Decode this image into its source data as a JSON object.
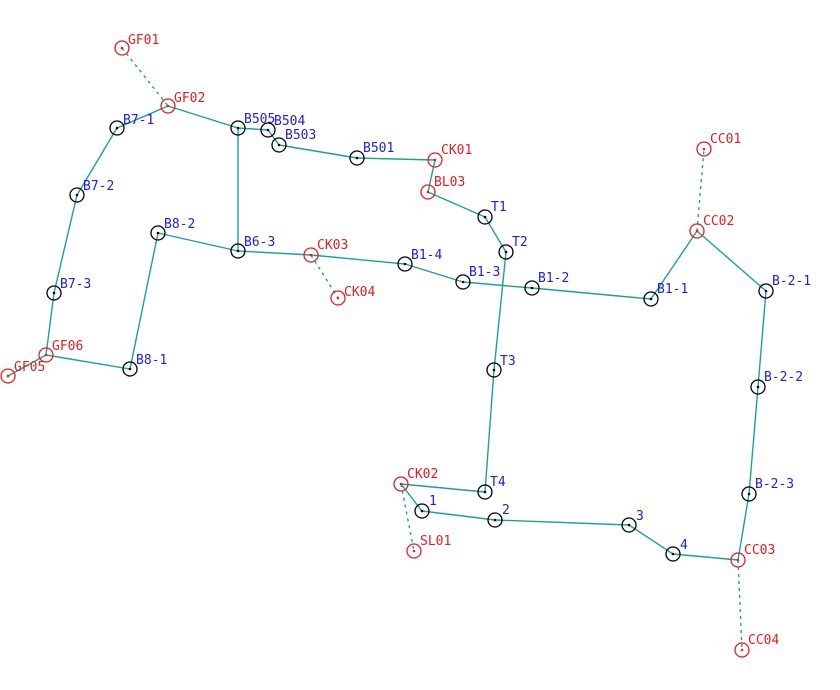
{
  "colors": {
    "edge": "#1f9e9e",
    "point_ring": "#000000",
    "point_label": "#2020dd",
    "control_ring": "#e02020",
    "control_label": "#e02020"
  },
  "nodes": [
    {
      "id": "GF01",
      "label": "GF01",
      "kind": "control"
    },
    {
      "id": "GF02",
      "label": "GF02",
      "kind": "control"
    },
    {
      "id": "B7-1",
      "label": "B7-1",
      "kind": "point"
    },
    {
      "id": "B7-2",
      "label": "B7-2",
      "kind": "point"
    },
    {
      "id": "B7-3",
      "label": "B7-3",
      "kind": "point"
    },
    {
      "id": "GF06",
      "label": "GF06",
      "kind": "control"
    },
    {
      "id": "GF05",
      "label": "GF05",
      "kind": "control"
    },
    {
      "id": "B8-1",
      "label": "B8-1",
      "kind": "point"
    },
    {
      "id": "B8-2",
      "label": "B8-2",
      "kind": "point"
    },
    {
      "id": "B6-3",
      "label": "B6-3",
      "kind": "point"
    },
    {
      "id": "B505",
      "label": "B505",
      "kind": "point"
    },
    {
      "id": "B504",
      "label": "B504",
      "kind": "point"
    },
    {
      "id": "B503",
      "label": "B503",
      "kind": "point"
    },
    {
      "id": "B501",
      "label": "B501",
      "kind": "point"
    },
    {
      "id": "CK01",
      "label": "CK01",
      "kind": "control"
    },
    {
      "id": "BL03",
      "label": "BL03",
      "kind": "control"
    },
    {
      "id": "T1",
      "label": "T1",
      "kind": "point"
    },
    {
      "id": "T2",
      "label": "T2",
      "kind": "point"
    },
    {
      "id": "CK03",
      "label": "CK03",
      "kind": "control"
    },
    {
      "id": "CK04",
      "label": "CK04",
      "kind": "control"
    },
    {
      "id": "B1-4",
      "label": "B1-4",
      "kind": "point"
    },
    {
      "id": "B1-3",
      "label": "B1-3",
      "kind": "point"
    },
    {
      "id": "B1-2",
      "label": "B1-2",
      "kind": "point"
    },
    {
      "id": "B1-1",
      "label": "B1-1",
      "kind": "point"
    },
    {
      "id": "CC01",
      "label": "CC01",
      "kind": "control"
    },
    {
      "id": "CC02",
      "label": "CC02",
      "kind": "control"
    },
    {
      "id": "B-2-1",
      "label": "B-2-1",
      "kind": "point"
    },
    {
      "id": "B-2-2",
      "label": "B-2-2",
      "kind": "point"
    },
    {
      "id": "B-2-3",
      "label": "B-2-3",
      "kind": "point"
    },
    {
      "id": "CC03",
      "label": "CC03",
      "kind": "control"
    },
    {
      "id": "CC04",
      "label": "CC04",
      "kind": "control"
    },
    {
      "id": "T3",
      "label": "T3",
      "kind": "point"
    },
    {
      "id": "T4",
      "label": "T4",
      "kind": "point"
    },
    {
      "id": "CK02",
      "label": "CK02",
      "kind": "control"
    },
    {
      "id": "SL01",
      "label": "SL01",
      "kind": "control"
    },
    {
      "id": "P1",
      "label": "1",
      "kind": "point"
    },
    {
      "id": "P2",
      "label": "2",
      "kind": "point"
    },
    {
      "id": "P3",
      "label": "3",
      "kind": "point"
    },
    {
      "id": "P4",
      "label": "4",
      "kind": "point"
    }
  ],
  "edges": [
    {
      "from": "GF01",
      "to": "GF02",
      "style": "dashed"
    },
    {
      "from": "GF02",
      "to": "B7-1",
      "style": "solid"
    },
    {
      "from": "B7-1",
      "to": "B7-2",
      "style": "solid"
    },
    {
      "from": "B7-2",
      "to": "B7-3",
      "style": "solid"
    },
    {
      "from": "B7-3",
      "to": "GF06",
      "style": "solid"
    },
    {
      "from": "GF06",
      "to": "GF05",
      "style": "solid"
    },
    {
      "from": "GF06",
      "to": "B8-1",
      "style": "solid"
    },
    {
      "from": "B8-1",
      "to": "B8-2",
      "style": "solid"
    },
    {
      "from": "B8-2",
      "to": "B6-3",
      "style": "solid"
    },
    {
      "from": "B6-3",
      "to": "B505",
      "style": "solid"
    },
    {
      "from": "GF02",
      "to": "B505",
      "style": "solid"
    },
    {
      "from": "B505",
      "to": "B504",
      "style": "solid"
    },
    {
      "from": "B504",
      "to": "B503",
      "style": "solid"
    },
    {
      "from": "B503",
      "to": "B501",
      "style": "solid"
    },
    {
      "from": "B501",
      "to": "CK01",
      "style": "solid"
    },
    {
      "from": "CK01",
      "to": "BL03",
      "style": "solid"
    },
    {
      "from": "BL03",
      "to": "T1",
      "style": "solid"
    },
    {
      "from": "T1",
      "to": "T2",
      "style": "solid"
    },
    {
      "from": "T2",
      "to": "T3",
      "style": "solid"
    },
    {
      "from": "T3",
      "to": "T4",
      "style": "solid"
    },
    {
      "from": "T4",
      "to": "CK02",
      "style": "solid"
    },
    {
      "from": "CK02",
      "to": "P1",
      "style": "solid"
    },
    {
      "from": "CK02",
      "to": "SL01",
      "style": "dashed"
    },
    {
      "from": "P1",
      "to": "P2",
      "style": "solid"
    },
    {
      "from": "P2",
      "to": "P3",
      "style": "solid"
    },
    {
      "from": "P3",
      "to": "P4",
      "style": "solid"
    },
    {
      "from": "P4",
      "to": "CC03",
      "style": "solid"
    },
    {
      "from": "CC03",
      "to": "CC04",
      "style": "dashed"
    },
    {
      "from": "CC03",
      "to": "B-2-3",
      "style": "solid"
    },
    {
      "from": "B-2-3",
      "to": "B-2-2",
      "style": "solid"
    },
    {
      "from": "B-2-2",
      "to": "B-2-1",
      "style": "solid"
    },
    {
      "from": "B-2-1",
      "to": "CC02",
      "style": "solid"
    },
    {
      "from": "CC02",
      "to": "CC01",
      "style": "dashed"
    },
    {
      "from": "CC02",
      "to": "B1-1",
      "style": "solid"
    },
    {
      "from": "B1-1",
      "to": "B1-2",
      "style": "solid"
    },
    {
      "from": "B1-2",
      "to": "B1-3",
      "style": "solid"
    },
    {
      "from": "B1-3",
      "to": "B1-4",
      "style": "solid"
    },
    {
      "from": "B1-4",
      "to": "CK03",
      "style": "solid"
    },
    {
      "from": "CK03",
      "to": "B6-3",
      "style": "solid"
    },
    {
      "from": "CK03",
      "to": "CK04",
      "style": "dashed"
    }
  ]
}
